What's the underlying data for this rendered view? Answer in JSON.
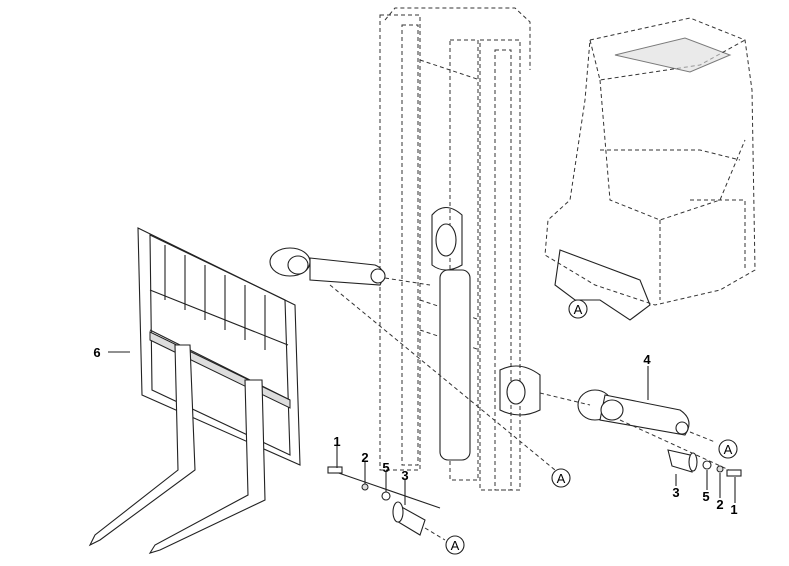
{
  "diagram": {
    "title": "Forklift mast, fork carriage and tilt cylinder exploded view",
    "callouts": {
      "fork_carriage": "6",
      "tilt_cylinder": "4",
      "left_bolt": "1",
      "left_washer": "2",
      "left_spacer": "5",
      "left_pin": "3",
      "right_pin": "3",
      "right_spacer": "5",
      "right_washer": "2",
      "right_bolt": "1"
    },
    "reference_markers": {
      "cab": "A",
      "mast_bottom": "A",
      "cylinder_end": "A",
      "left_pin_end": "A"
    }
  }
}
